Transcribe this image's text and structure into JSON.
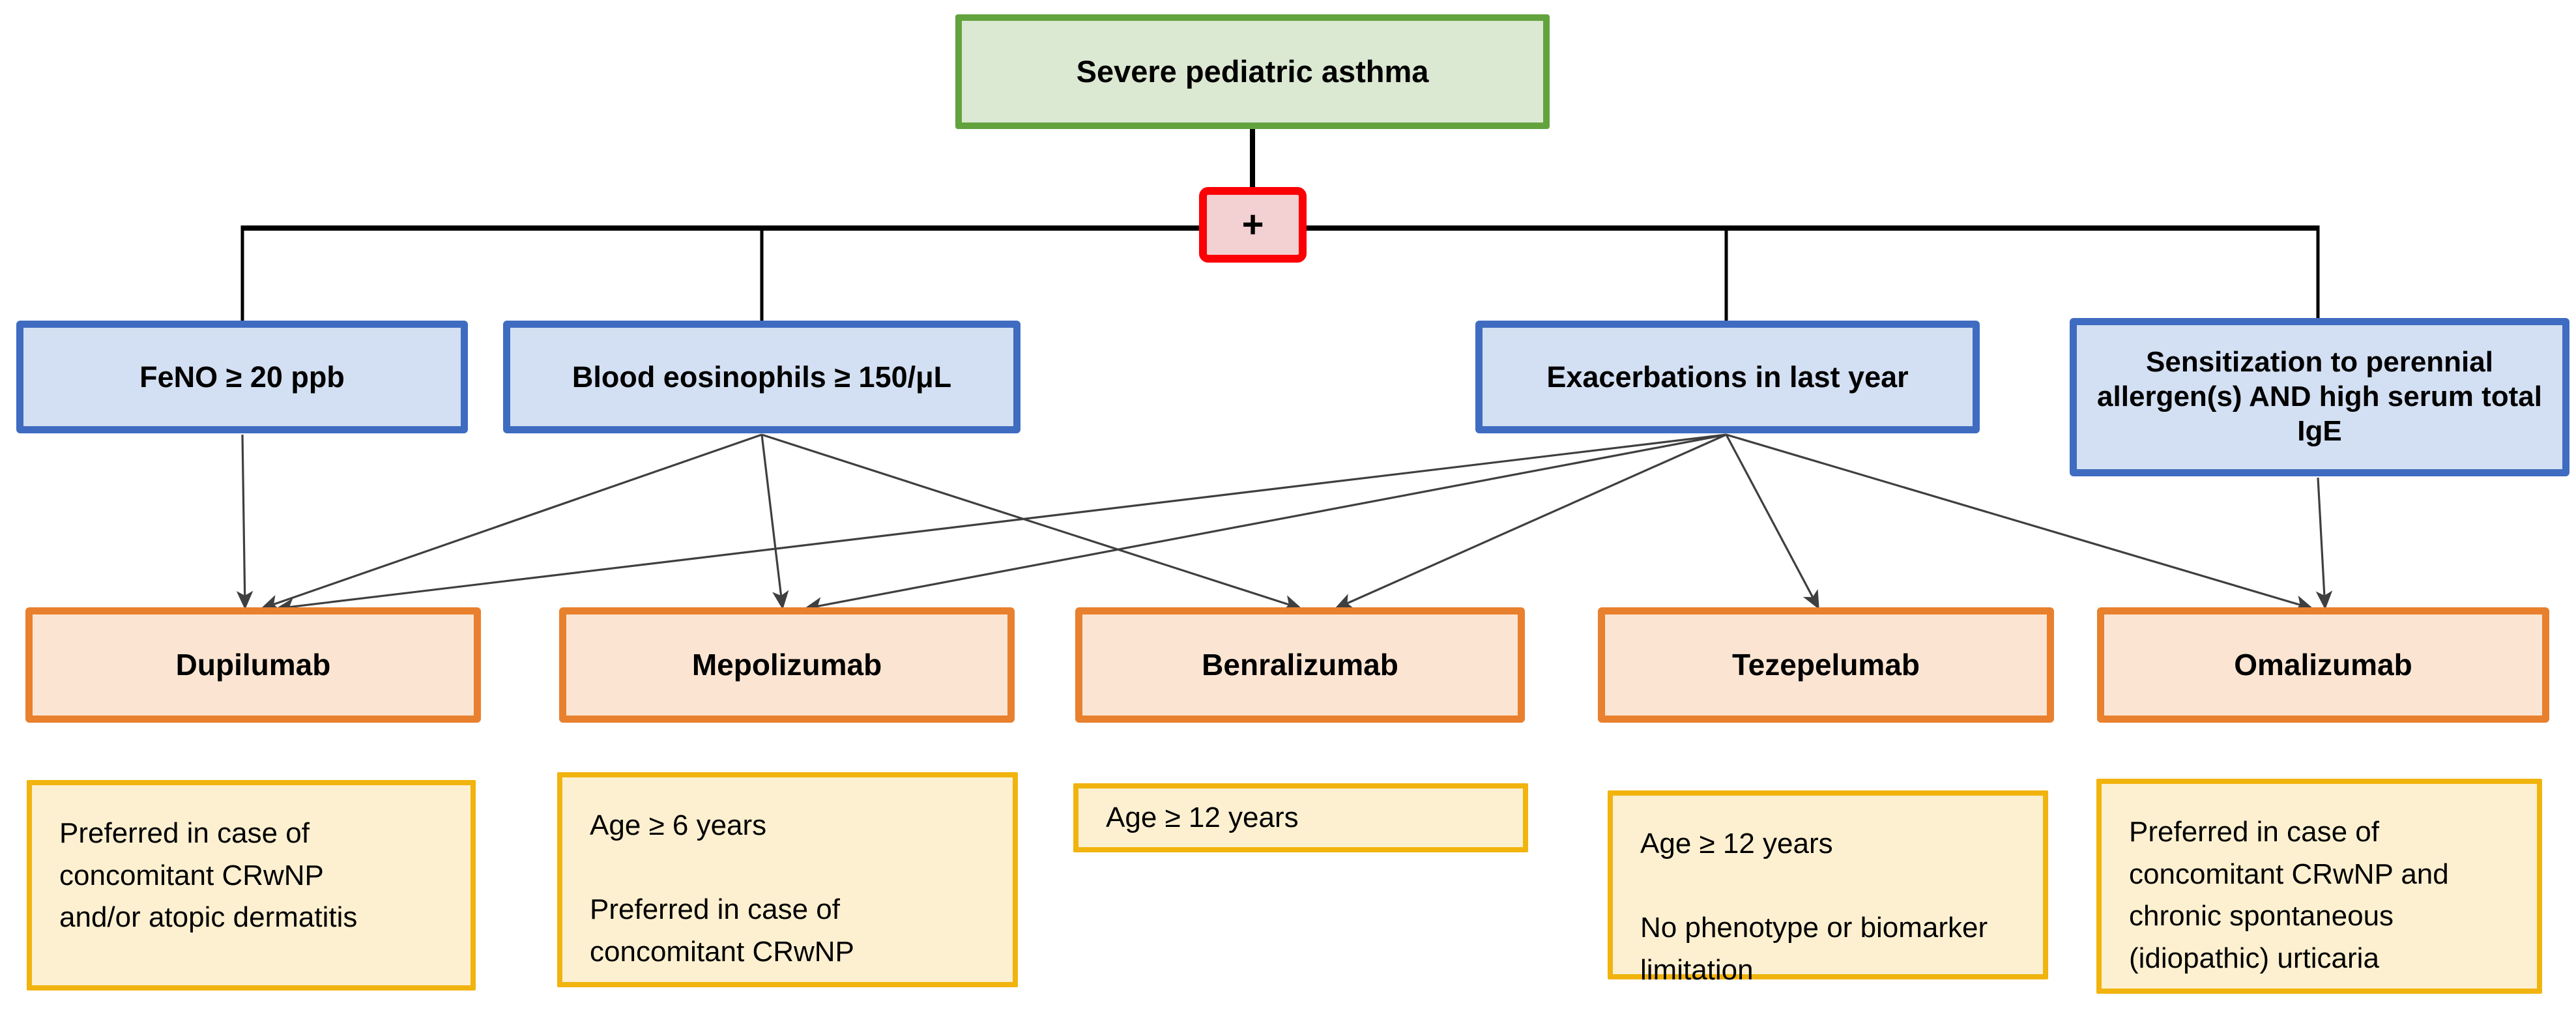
{
  "figure": {
    "root": {
      "id": "severe",
      "label": "Severe pediatric asthma"
    },
    "operator": {
      "id": "plus",
      "label": "+"
    },
    "criteria": [
      {
        "id": "feno",
        "label": "FeNO ≥ 20 ppb"
      },
      {
        "id": "eosinophils",
        "label": "Blood eosinophils ≥ 150/μL"
      },
      {
        "id": "exacerbations",
        "label": "Exacerbations in last year"
      },
      {
        "id": "sensitization",
        "label": "Sensitization to perennial allergen(s) AND high serum total IgE"
      }
    ],
    "biologics": [
      {
        "id": "dupilumab",
        "label": "Dupilumab"
      },
      {
        "id": "mepolizumab",
        "label": "Mepolizumab"
      },
      {
        "id": "benralizumab",
        "label": "Benralizumab"
      },
      {
        "id": "tezepelumab",
        "label": "Tezepelumab"
      },
      {
        "id": "omalizumab",
        "label": "Omalizumab"
      }
    ],
    "notes": [
      {
        "for": "dupilumab",
        "text": "Preferred in case of\nconcomitant CRwNP\nand/or atopic dermatitis"
      },
      {
        "for": "mepolizumab",
        "text": "Age ≥ 6 years\n\nPreferred in case of\nconcomitant CRwNP"
      },
      {
        "for": "benralizumab",
        "text": "Age ≥ 12 years"
      },
      {
        "for": "tezepelumab",
        "text": "Age ≥ 12 years\n\nNo phenotype or biomarker\nlimitation"
      },
      {
        "for": "omalizumab",
        "text": "Preferred in case of\nconcomitant CRwNP and\nchronic spontaneous\n(idiopathic) urticaria"
      }
    ],
    "edges": [
      {
        "from": "feno",
        "to": "dupilumab"
      },
      {
        "from": "eosinophils",
        "to": "dupilumab"
      },
      {
        "from": "eosinophils",
        "to": "mepolizumab"
      },
      {
        "from": "eosinophils",
        "to": "benralizumab"
      },
      {
        "from": "exacerbations",
        "to": "dupilumab"
      },
      {
        "from": "exacerbations",
        "to": "mepolizumab"
      },
      {
        "from": "exacerbations",
        "to": "benralizumab"
      },
      {
        "from": "exacerbations",
        "to": "tezepelumab"
      },
      {
        "from": "exacerbations",
        "to": "omalizumab"
      },
      {
        "from": "sensitization",
        "to": "omalizumab"
      }
    ],
    "colors": {
      "bg": "#ffffff",
      "text": "#000000",
      "root_border": "#62a33e",
      "root_fill": "#dbe8d2",
      "operator_border": "#fb0004",
      "operator_fill": "#f3d0d2",
      "criteria_border": "#3f6cc1",
      "criteria_fill": "#d3dff2",
      "biologic_border": "#e8802e",
      "biologic_fill": "#fbe5d2",
      "note_border": "#f1b30d",
      "note_fill": "#fdf0d0",
      "connector": "#000000",
      "arrow": "#3f3f3f"
    }
  }
}
